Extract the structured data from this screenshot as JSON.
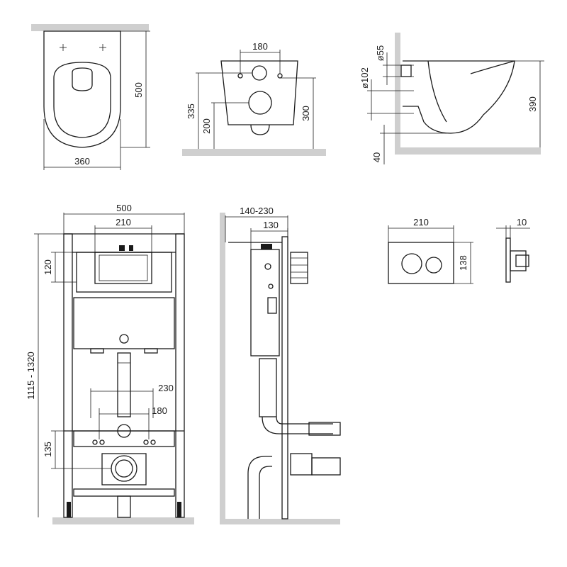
{
  "dims": {
    "top_width_360": "360",
    "top_depth_500": "500",
    "front_holes_180": "180",
    "front_335": "335",
    "front_200": "200",
    "front_300": "300",
    "side_d55": "ø55",
    "side_d102": "ø102",
    "side_390": "390",
    "side_40": "40",
    "frame_width_500": "500",
    "frame_210": "210",
    "frame_120": "120",
    "frame_height": "1115 - 1320",
    "frame_230": "230",
    "frame_180": "180",
    "frame_135": "135",
    "profile_140_230": "140-230",
    "profile_130": "130",
    "plate_width_210": "210",
    "plate_height_138": "138",
    "plate_depth_10": "10"
  },
  "colors": {
    "line": "#1a1a1a",
    "floor": "#cfcfcf",
    "background": "#ffffff"
  }
}
